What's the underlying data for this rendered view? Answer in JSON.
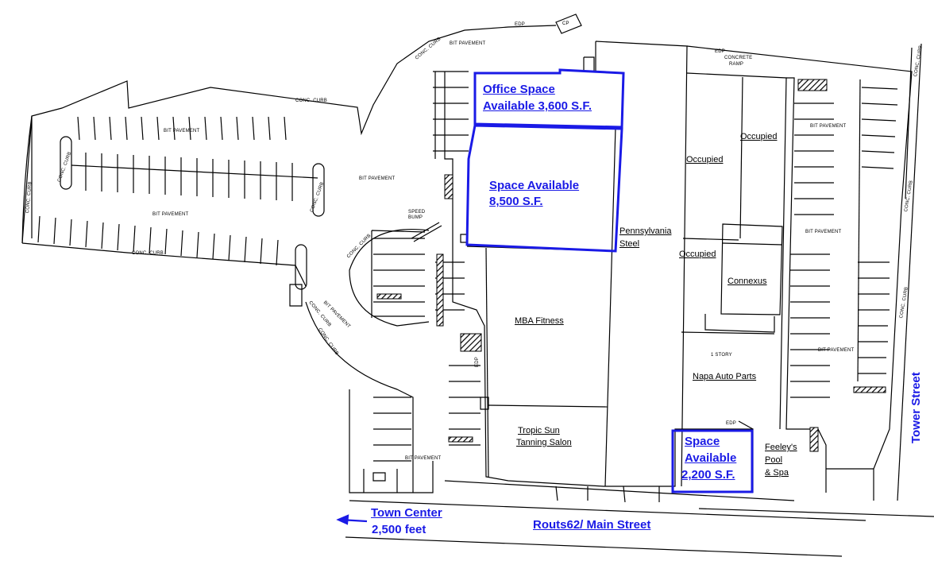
{
  "colors": {
    "highlight": "#1a1ae6",
    "line": "#000000",
    "background": "#ffffff"
  },
  "available": {
    "office": {
      "line1": "Office Space",
      "line2": "Available 3,600 S.F."
    },
    "main": {
      "line1": "Space Available",
      "line2": "8,500 S.F."
    },
    "small": {
      "line1": "Space",
      "line2": "Available",
      "line3": "2,200 S.F."
    }
  },
  "tenants": {
    "occupied_1": "Occupied",
    "occupied_2": "Occupied",
    "occupied_3": "Occupied",
    "penn_1": "Pennsylvania",
    "penn_2": "Steel",
    "connexus": "Connexus",
    "mba": "MBA Fitness",
    "napa_story": "1 STORY",
    "napa": "Napa Auto Parts",
    "tropic_1": "Tropic Sun",
    "tropic_2": "Tanning Salon",
    "feeley_1": "Feeley's",
    "feeley_2": "Pool",
    "feeley_3": "& Spa"
  },
  "streets": {
    "town_center_1": "Town Center",
    "town_center_2": "2,500 feet",
    "main_street": "Routs62/ Main Street",
    "tower_street": "Tower Street"
  },
  "site_labels": {
    "bit_pavement": "BIT PAVEMENT",
    "conc_curb": "CONC. CURB",
    "concrete_ramp_1": "CONCRETE",
    "concrete_ramp_2": "RAMP",
    "edp": "EDP",
    "cp": "CP",
    "speed_bump_1": "SPEED",
    "speed_bump_2": "BUMP"
  }
}
